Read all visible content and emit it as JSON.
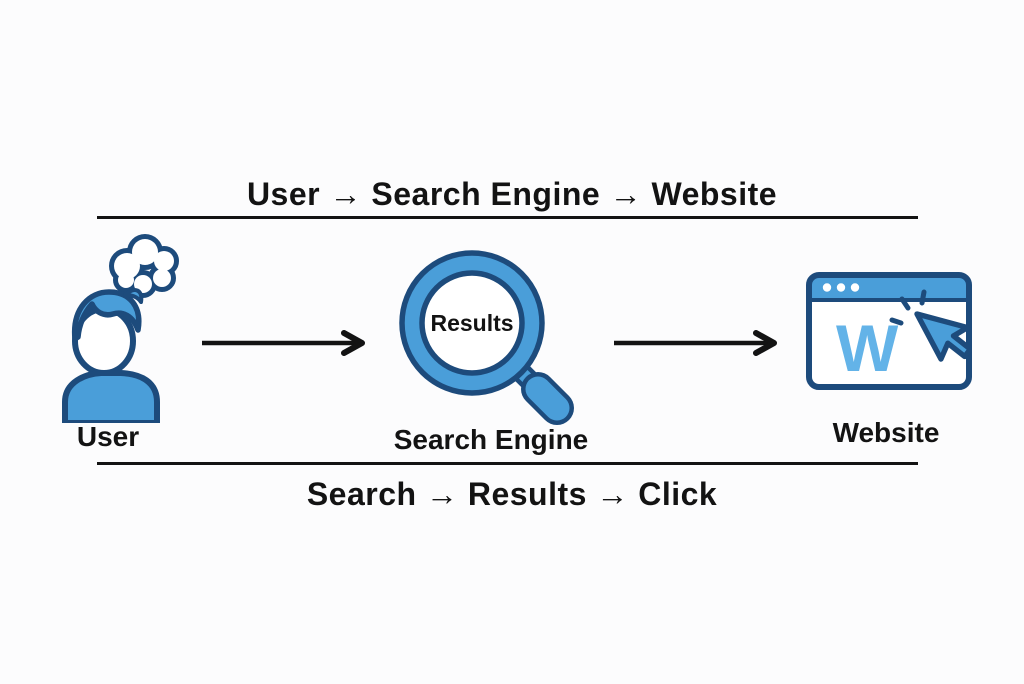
{
  "colors": {
    "background": "#fcfcfd",
    "light_blue": "#4A9ED9",
    "dark_blue": "#1D4B7C",
    "sky_blue": "#63B3E8",
    "ink": "#131313",
    "white": "#ffffff"
  },
  "top_flow": {
    "label": "User → Search Engine → Website"
  },
  "bottom_flow": {
    "label": "Search → Results → Click"
  },
  "nodes": {
    "user": {
      "label": "User",
      "icon": "user-thinking-icon"
    },
    "search_engine": {
      "label": "Search Engine",
      "icon": "magnifying-glass-icon",
      "lens_text": "Results"
    },
    "website": {
      "label": "Website",
      "icon": "browser-window-icon",
      "logo_letter": "W"
    }
  }
}
